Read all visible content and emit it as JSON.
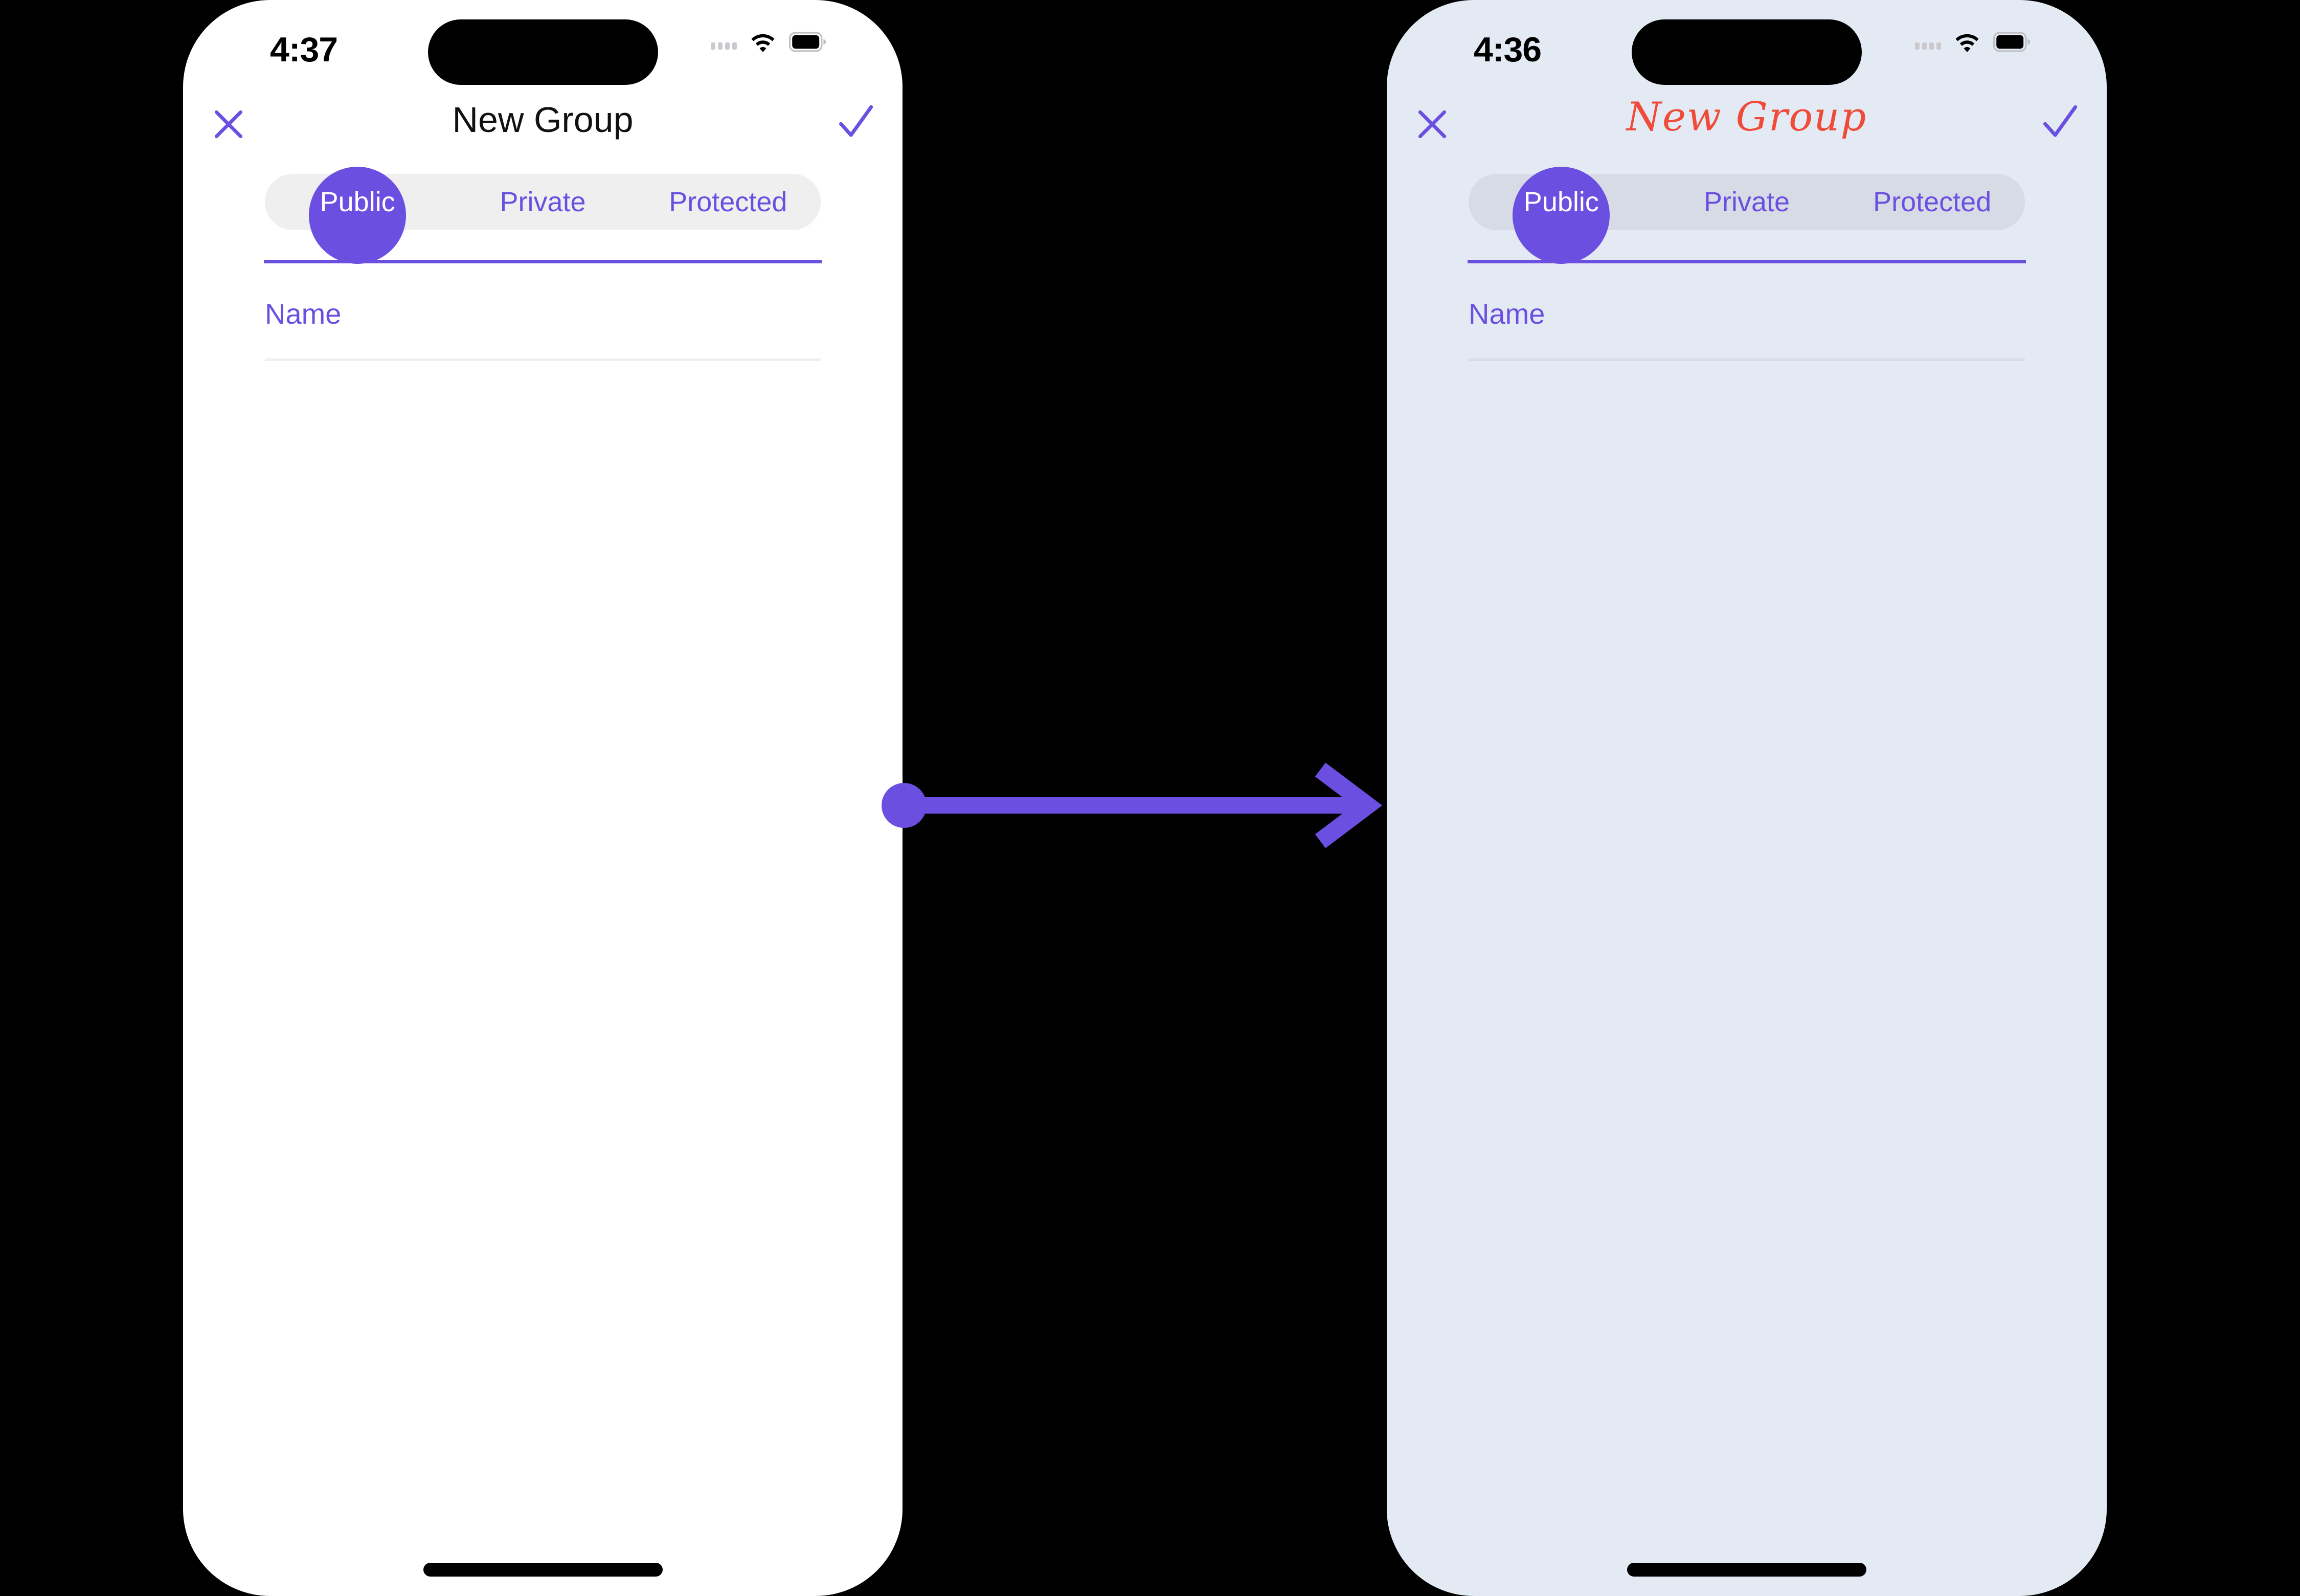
{
  "accent_purple": "#6A4FE0",
  "accent_red": "#F04A38",
  "screens": [
    {
      "id": "before",
      "background": "#FFFFFF",
      "status_bar": {
        "time": "4:37",
        "cellular_icon": "cellular-bars-icon",
        "wifi_icon": "wifi-icon",
        "battery_icon": "battery-icon"
      },
      "nav": {
        "close_icon": "close-x-icon",
        "title": "New Group",
        "title_style": "plain",
        "confirm_icon": "checkmark-icon"
      },
      "tabs": {
        "items": [
          {
            "label": "Public",
            "selected": true
          },
          {
            "label": "Private",
            "selected": false
          },
          {
            "label": "Protected",
            "selected": false
          }
        ],
        "track_color": "#EFEFEF",
        "pill_color": "#6A4FE0",
        "underline_color": "#6A4FE0"
      },
      "form": {
        "name_field": {
          "placeholder": "Name",
          "value": "",
          "underline_color": "#EFEFEF"
        }
      },
      "home_indicator": true
    },
    {
      "id": "after",
      "background": "#E4EAF3",
      "status_bar": {
        "time": "4:36",
        "cellular_icon": "cellular-bars-icon",
        "wifi_icon": "wifi-icon",
        "battery_icon": "battery-icon"
      },
      "nav": {
        "close_icon": "close-x-icon",
        "title": "New Group",
        "title_style": "script-red",
        "confirm_icon": "checkmark-icon"
      },
      "tabs": {
        "items": [
          {
            "label": "Public",
            "selected": true
          },
          {
            "label": "Private",
            "selected": false
          },
          {
            "label": "Protected",
            "selected": false
          }
        ],
        "track_color": "#D6DBE6",
        "pill_color": "#6A4FE0",
        "underline_color": "#6A4FE0"
      },
      "form": {
        "name_field": {
          "placeholder": "Name",
          "value": "",
          "underline_color": "#D6DBE6"
        }
      },
      "home_indicator": true
    }
  ],
  "flow": {
    "arrow_icon": "arrow-right-icon",
    "color": "#6A4FE0",
    "direction": "left-to-right"
  }
}
